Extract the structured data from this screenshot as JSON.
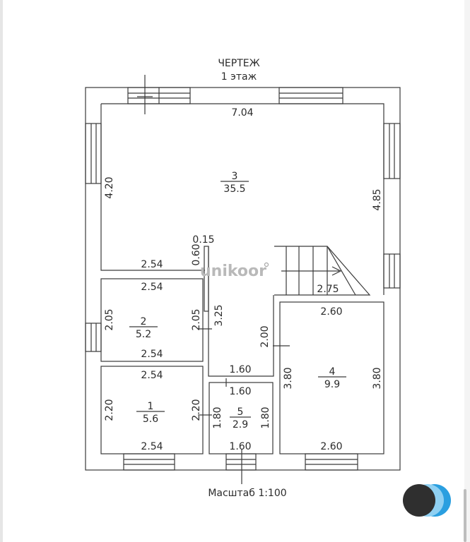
{
  "drawing": {
    "title": "ЧЕРТЕЖ",
    "subtitle": "1 этаж",
    "scale": "Масштаб 1:100"
  },
  "watermark": "unikoor",
  "rooms": {
    "r3": {
      "num": "3",
      "area": "35.5"
    },
    "r2": {
      "num": "2",
      "area": "5.2"
    },
    "r1": {
      "num": "1",
      "area": "5.6"
    },
    "r4": {
      "num": "4",
      "area": "9.9"
    },
    "r5": {
      "num": "5",
      "area": "2.9"
    }
  },
  "dims": {
    "top_width": "7.04",
    "left_h3": "4.20",
    "right_h3": "4.85",
    "wall_thk": "0.15",
    "wall_len": "0.60",
    "under3": "2.54",
    "stair": "2.75",
    "r2_top": "2.54",
    "r2_left": "2.05",
    "r2_right": "2.05",
    "r2_bottom": "2.54",
    "corr_h": "3.25",
    "corr_w": "2.00",
    "r4_top": "2.60",
    "r4_left": "3.80",
    "r4_right": "3.80",
    "r4_bottom": "2.60",
    "corr_bottom": "1.60",
    "r1_top": "2.54",
    "r1_left": "2.20",
    "r1_right": "2.20",
    "r1_bottom": "2.54",
    "r5_top": "1.60",
    "r5_left": "1.80",
    "r5_right": "1.80",
    "r5_bottom": "1.60"
  }
}
